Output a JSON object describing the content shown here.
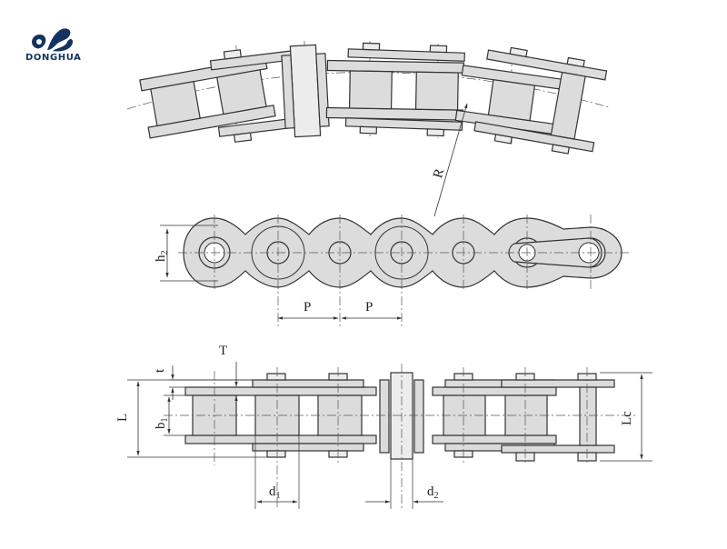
{
  "brand": {
    "name": "DONGHUA",
    "colors": {
      "primary": "#14325f"
    }
  },
  "labels": {
    "radius": "R",
    "plate_height": "h",
    "plate_height_sub": "2",
    "pitch_1": "P",
    "pitch_2": "P",
    "plate_thickness_t": "t",
    "plate_thickness_T": "T",
    "overall_length": "L",
    "inner_width": "b",
    "inner_width_sub": "1",
    "connecting_length": "Lc",
    "roller_diameter": "d",
    "roller_diameter_sub": "1",
    "pin_diameter": "d",
    "pin_diameter_sub": "2"
  },
  "icons": [
    "donghua-logo-icon"
  ]
}
